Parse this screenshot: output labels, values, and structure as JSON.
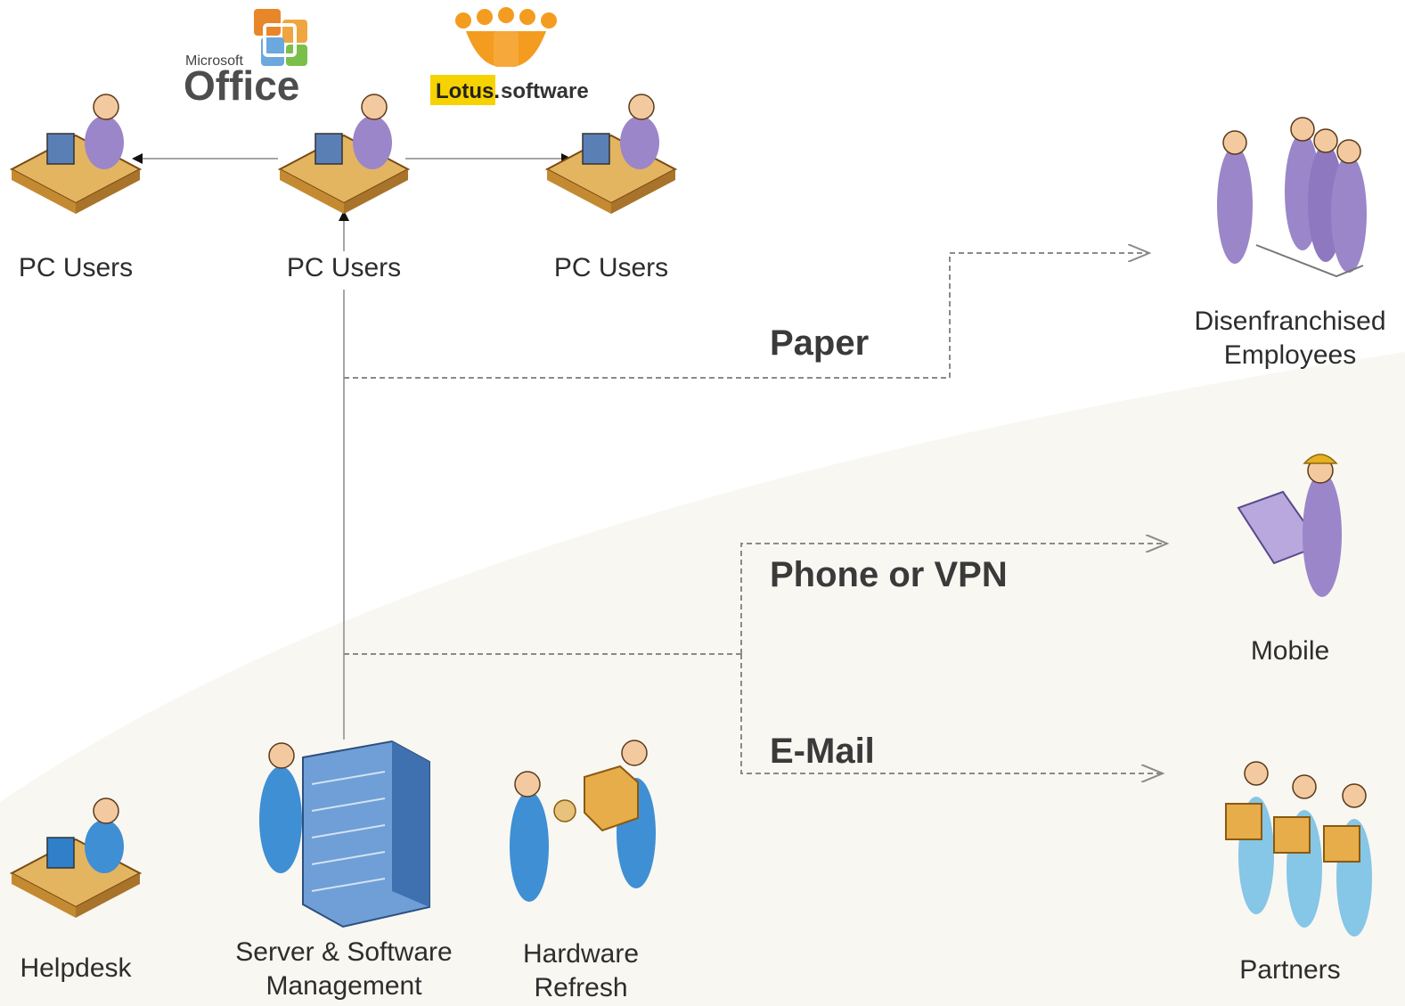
{
  "logos": {
    "office": {
      "small": "Microsoft",
      "big": "Office"
    },
    "lotus": {
      "brand": "Lotus.",
      "suffix": "software"
    }
  },
  "nodes": {
    "pc_left": "PC Users",
    "pc_center": "PC Users",
    "pc_right": "PC Users",
    "disenfranchised": [
      "Disenfranchised",
      "Employees"
    ],
    "mobile": "Mobile",
    "partners": "Partners",
    "helpdesk": "Helpdesk",
    "server": [
      "Server & Software",
      "Management"
    ],
    "hardware": [
      "Hardware",
      "Refresh"
    ]
  },
  "channels": {
    "paper": "Paper",
    "phone": "Phone or VPN",
    "email": "E-Mail"
  },
  "colors": {
    "purple": "#9b86c9",
    "blue": "#3f8fd4",
    "lightblue": "#86c6e6",
    "skin": "#f3c9a0",
    "desk": "#e3b561",
    "bg_wedge": "#f9f7f2",
    "line": "#8a8a8a"
  }
}
